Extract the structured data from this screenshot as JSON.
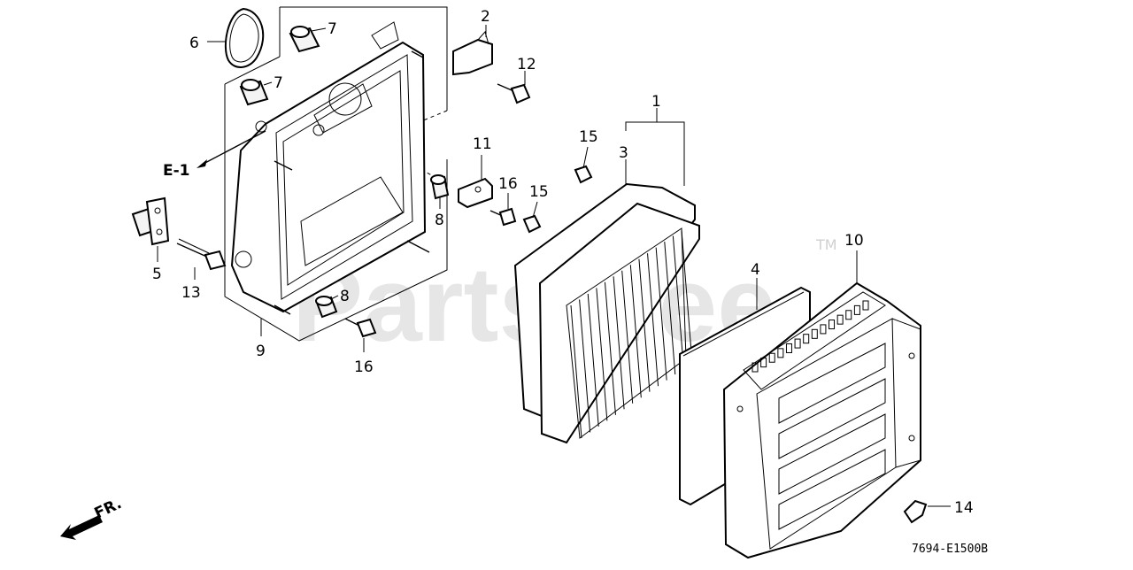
{
  "watermark": {
    "text": "PartsTree",
    "tm": "TM"
  },
  "callouts": {
    "c1": "1",
    "c2": "2",
    "c3": "3",
    "c4": "4",
    "c5": "5",
    "c6": "6",
    "c7a": "7",
    "c7b": "7",
    "c8a": "8",
    "c8b": "8",
    "c9": "9",
    "c10": "10",
    "c11": "11",
    "c12": "12",
    "c13": "13",
    "c14": "14",
    "c15a": "15",
    "c15b": "15",
    "c16a": "16",
    "c16b": "16"
  },
  "reference": {
    "e1": "E-1",
    "front": "FR."
  },
  "diagram_code": "7694-E1500B"
}
